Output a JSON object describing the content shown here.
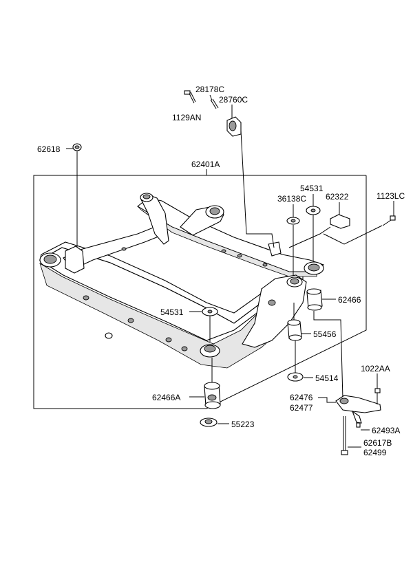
{
  "diagram": {
    "labels": {
      "p28178C": "28178C",
      "p28760C": "28760C",
      "p1129AN": "1129AN",
      "p62618": "62618",
      "p62401A": "62401A",
      "p54531_top": "54531",
      "p36138C": "36138C",
      "p62322": "62322",
      "p1123LC": "1123LC",
      "p62466": "62466",
      "p54531_mid": "54531",
      "p55456": "55456",
      "p54514": "54514",
      "p1022AA": "1022AA",
      "p62466A": "62466A",
      "p62476": "62476",
      "p62477": "62477",
      "p55223": "55223",
      "p62493A": "62493A",
      "p62617B": "62617B",
      "p62499": "62499"
    }
  }
}
